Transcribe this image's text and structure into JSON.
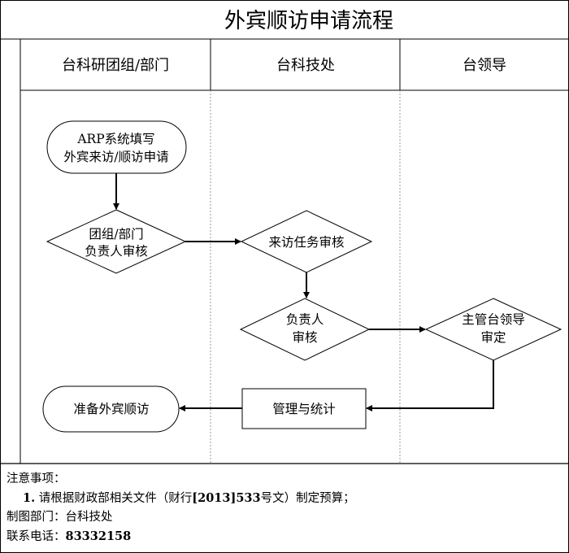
{
  "title": "外宾顺访申请流程",
  "lanes": [
    "台科研团组/部门",
    "台科技处",
    "台领导"
  ],
  "nodes": {
    "start": [
      "ARP系统填写",
      "外宾来访/顺访申请"
    ],
    "dept_review": [
      "团组/部门",
      "负责人审核"
    ],
    "visit_review": [
      "来访任务审核"
    ],
    "head_review": [
      "负责人",
      "审核"
    ],
    "leader_approve": [
      "主管台领导",
      "审定"
    ],
    "manage": [
      "管理与统计"
    ],
    "end": [
      "准备外宾顺访"
    ]
  },
  "notes": {
    "header": "注意事项：",
    "item_num": "1.",
    "item_pre": "请根据财政部相关文件（财行",
    "item_mid": "[2013]533",
    "item_post": "号文）制定预算；",
    "maker_label": "制图部门：",
    "maker_value": "台科技处",
    "phone_label": "联系电话：",
    "phone_value": "83332158"
  }
}
